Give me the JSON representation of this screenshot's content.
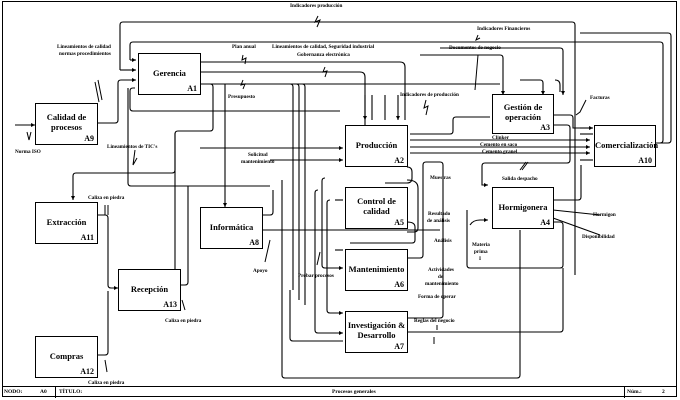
{
  "diagram": {
    "type": "IDEF0",
    "boxes": [
      {
        "id": "A1",
        "name": "Gerencia"
      },
      {
        "id": "A2",
        "name": "Producción"
      },
      {
        "id": "A3",
        "name": "Gestión de operación"
      },
      {
        "id": "A4",
        "name": "Hormigonera"
      },
      {
        "id": "A5",
        "name": "Control de calidad"
      },
      {
        "id": "A6",
        "name": "Mantenimiento"
      },
      {
        "id": "A7",
        "name": "Investigación & Desarrollo"
      },
      {
        "id": "A8",
        "name": "Informática"
      },
      {
        "id": "A9",
        "name": "Calidad de procesos"
      },
      {
        "id": "A10",
        "name": "Comercialización"
      },
      {
        "id": "A11",
        "name": "Extracción"
      },
      {
        "id": "A12",
        "name": "Compras"
      },
      {
        "id": "A13",
        "name": "Recepción"
      }
    ],
    "labels": {
      "indicadores_produccion_top": "Indicadores producción",
      "indicadores_financieros": "Indicadores Financieros",
      "lineamientos_calidad_line1": "Lineamientos de calidad",
      "lineamientos_calidad_line2": "normas procedimientos",
      "plan_anual": "Plan anual",
      "lineamientos_seguridad_line1": "Lineamientos de calidad, Seguridad industrial",
      "lineamientos_seguridad_line2": "Gobernanza electrónica",
      "documentos_negocio": "Documentos de negocio",
      "presupuesto": "Presupuesto",
      "norma_iso": "Norma ISO",
      "lineamientos_tic": "Lineamientos de TIC's",
      "indicadores_produccion": "Indicadores de producción",
      "facturas": "Facturas",
      "solicitud_line1": "Solicitud",
      "solicitud_line2": "mantenimiento",
      "clinker": "Clinker",
      "cemento_saco": "Cemento en saco",
      "cemento_granel": "Cemento granel",
      "muestras": "Muestras",
      "salida_despacho": "Salida despacho",
      "caliza_piedra_1": "Caliza en piedra",
      "caliza_piedra_2": "Caliza en piedra",
      "caliza_piedra_3": "Caliza en piedra",
      "resultado_line1": "Resultado",
      "resultado_line2": "de análisis",
      "analisis": "Análisis",
      "hormigon": "Hormigon",
      "disponibilidad": "Disponibilidad",
      "materia_line1": "Materia",
      "materia_line2": "prima",
      "materia_line3": "I",
      "apoyo": "Apoyo",
      "probar_procesos": "Probar procesos",
      "actividades_line1": "Actividades",
      "actividades_line2": "de",
      "actividades_line3": "mantenimiento",
      "forma_operar": "Forma de operar",
      "reglas_negocio": "Reglas del negocio"
    }
  },
  "footer": {
    "nodo_label": "NODO:",
    "nodo_value": "A0",
    "titulo_label": "TÍTULO:",
    "titulo_value": "Procesos generales",
    "num_label": "Núm.:",
    "num_value": "2"
  }
}
